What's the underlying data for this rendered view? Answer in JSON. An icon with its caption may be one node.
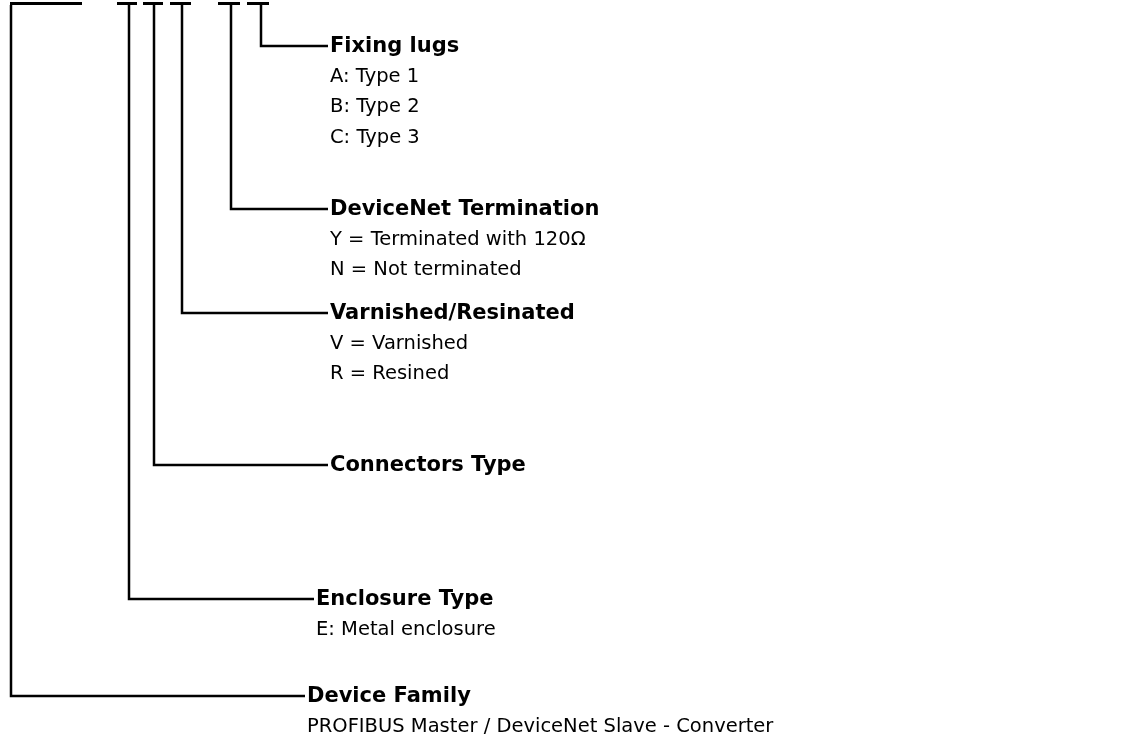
{
  "diagram": {
    "nodes": [
      {
        "text": [],
        "shape": "bar"
      },
      {
        "text": [],
        "shape": "bar"
      },
      {
        "text": [],
        "shape": "bar"
      },
      {
        "text": [],
        "shape": "bar"
      },
      {
        "text": [],
        "shape": "bar"
      },
      {
        "text": [],
        "shape": "bar"
      },
      {
        "text": [
          "Fixing lugs",
          "A: Type 1",
          "B: Type 2",
          "C: Type 3"
        ]
      },
      {
        "text": [
          "DeviceNet Termination",
          "Y = Terminated with 120Ω",
          "N = Not terminated"
        ]
      },
      {
        "text": [
          "Varnished/Resinated",
          "V = Varnished",
          "R = Resined"
        ]
      },
      {
        "text": [
          "Connectors Type"
        ]
      },
      {
        "text": [
          "Enclosure Type",
          "E: Metal enclosure"
        ]
      },
      {
        "text": [
          "Device Family",
          "PROFIBUS Master / DeviceNet Slave - Converter"
        ]
      }
    ],
    "edges": [
      {
        "from": 5,
        "to": 6,
        "arrow": "none"
      },
      {
        "from": 4,
        "to": 7,
        "arrow": "none"
      },
      {
        "from": 3,
        "to": 8,
        "arrow": "none"
      },
      {
        "from": 2,
        "to": 9,
        "arrow": "none"
      },
      {
        "from": 1,
        "to": 10,
        "arrow": "none"
      },
      {
        "from": 0,
        "to": 11,
        "arrow": "none"
      }
    ]
  }
}
